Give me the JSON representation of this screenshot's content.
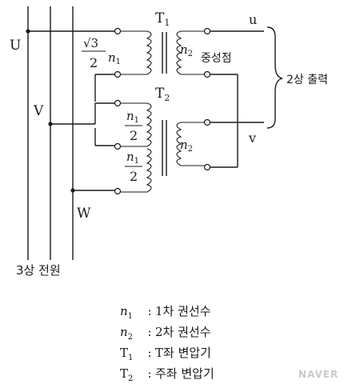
{
  "diagram": {
    "source_labels": {
      "u_phase": "U",
      "v_phase": "V",
      "w_phase": "W"
    },
    "source_caption": "3상 전원",
    "transformer_t1": {
      "label_main": "T",
      "label_sub": "1"
    },
    "transformer_t2": {
      "label_main": "T",
      "label_sub": "2"
    },
    "winding_labels": {
      "t1_primary_radical": "√3",
      "t1_primary_denominator": "2",
      "t1_primary_n": "n",
      "t1_primary_n_sub": "1",
      "t2_half_numerator_n": "n",
      "t2_half_numerator_sub": "1",
      "t2_half_denominator": "2",
      "secondary_n": "n",
      "secondary_n_sub": "2"
    },
    "output_labels": {
      "u": "u",
      "v": "v"
    },
    "neutral_point": "중성점",
    "output_caption": "2상 출력"
  },
  "legend": [
    {
      "key_main": "n",
      "key_sub": "1",
      "separator": ":",
      "text": "1차 권선수"
    },
    {
      "key_main": "n",
      "key_sub": "2",
      "separator": ":",
      "text": "2차 권선수"
    },
    {
      "key_main": "T",
      "key_sub": "1",
      "separator": ":",
      "text": "T좌 변압기"
    },
    {
      "key_main": "T",
      "key_sub": "2",
      "separator": ":",
      "text": "주좌 변압기"
    }
  ],
  "watermark": "NAVER"
}
